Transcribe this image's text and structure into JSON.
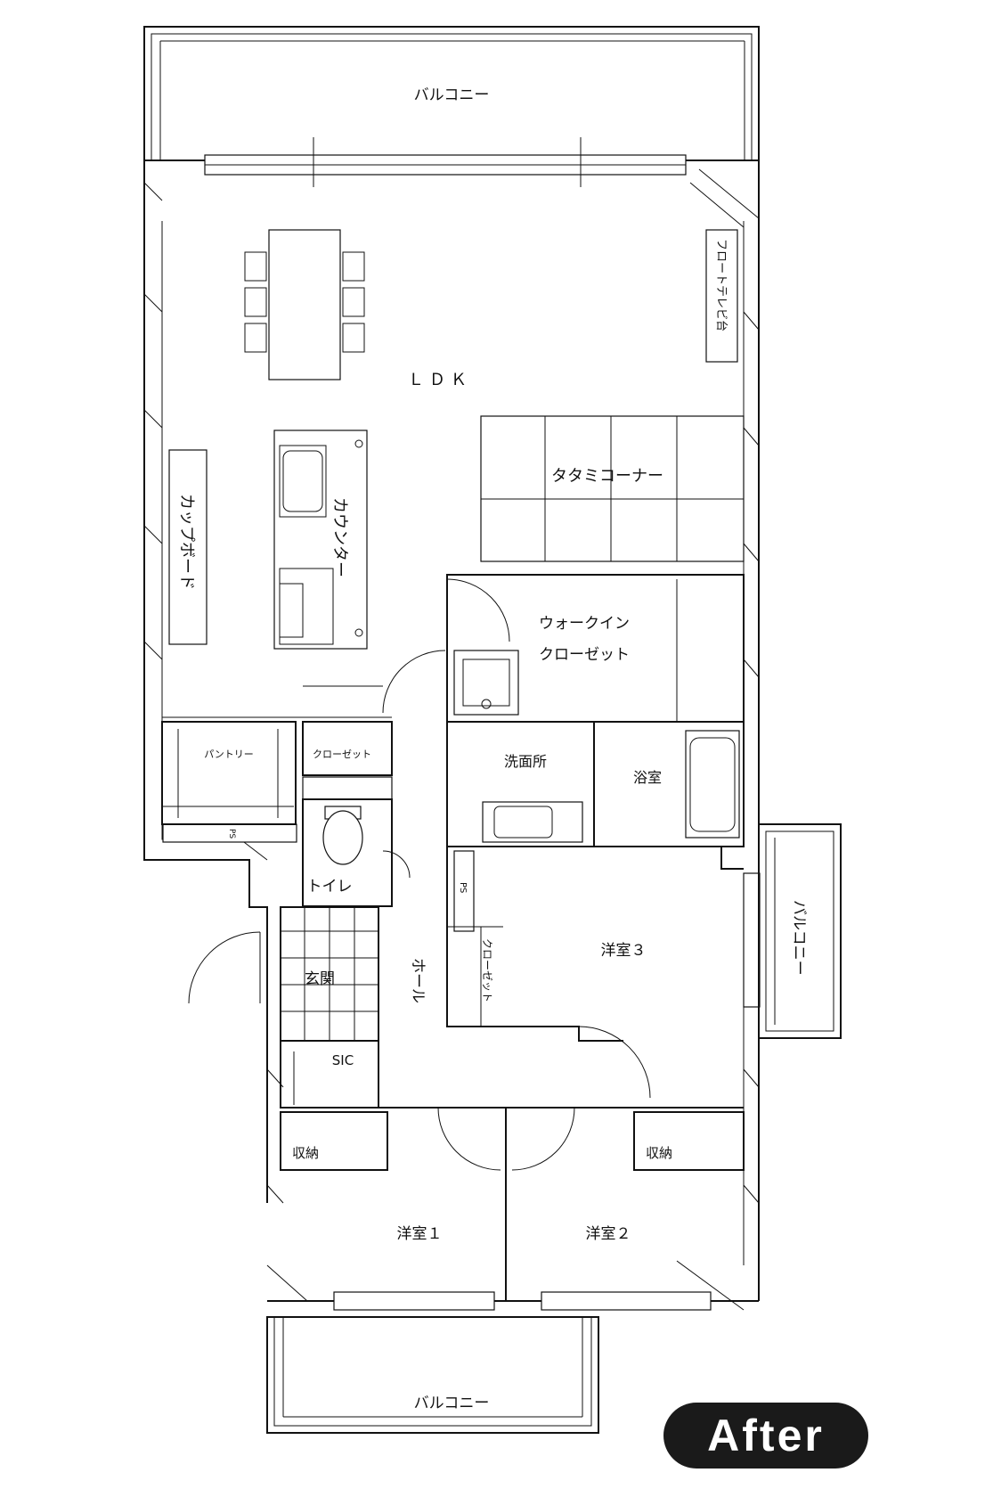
{
  "rooms": {
    "balcony_top": "バルコニー",
    "ldk": "ＬＤＫ",
    "float_tv": "フロートテレビ台",
    "tatami": "タタミコーナー",
    "cupboard": "カップボード",
    "counter": "カウンター",
    "walkin": [
      "ウォークイン",
      "クローゼット"
    ],
    "pantry": "パントリー",
    "closet_small": "クローゼット",
    "washroom": "洗面所",
    "bath": "浴室",
    "ps1": "PS",
    "ps2": "PS",
    "toilet": "トイレ",
    "balcony_right": "バルコニー",
    "western3": "洋室３",
    "closet_vert": "クローゼット",
    "entrance": "玄関",
    "hall": "ホール",
    "sic": "SIC",
    "storage1": "収納",
    "storage2": "収納",
    "western1": "洋室１",
    "western2": "洋室２",
    "balcony_bottom": "バルコニー"
  },
  "badge": {
    "text": "After"
  }
}
